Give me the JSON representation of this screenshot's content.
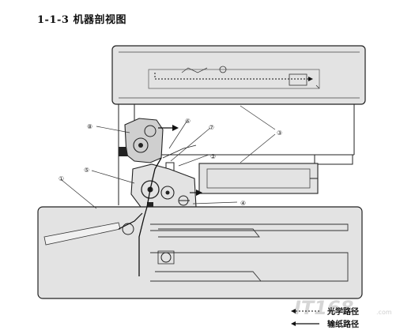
{
  "title": "1-1-3  机器剖视图",
  "callouts": [
    "①",
    "②",
    "③",
    "④",
    "⑤",
    "⑥",
    "⑦",
    "⑧"
  ],
  "legend": {
    "optical_path": "光学路径",
    "paper_path": "输纸路径"
  },
  "watermark": {
    "brand": "IT168",
    "domain": ".com"
  },
  "colors": {
    "shade": "#e3e3e3",
    "line": "#222222"
  }
}
